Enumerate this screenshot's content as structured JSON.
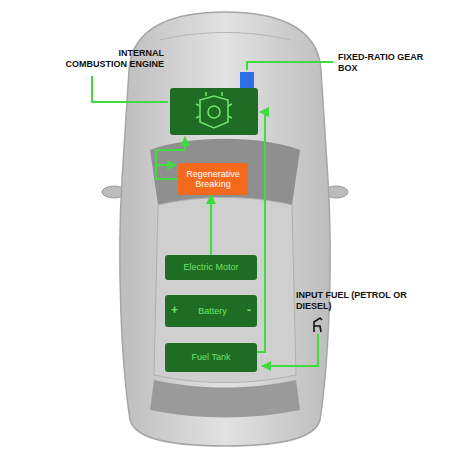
{
  "diagram": {
    "nodes": [
      {
        "text": [
          "Regenerative Breaking"
        ]
      },
      {
        "text": [
          "Electric Motor"
        ]
      },
      {
        "text": [
          "+",
          "Battery",
          "-"
        ]
      },
      {
        "text": [
          "Fuel Tank"
        ]
      }
    ],
    "edges": [
      {
        "from": 1,
        "to": 0,
        "arrow": "to"
      }
    ],
    "labels": [
      "INTERNAL COMBUSTION ENGINE",
      "FIXED-RATIO GEAR BOX",
      "INPUT FUEL (PETROL OR DIESEL)"
    ]
  }
}
